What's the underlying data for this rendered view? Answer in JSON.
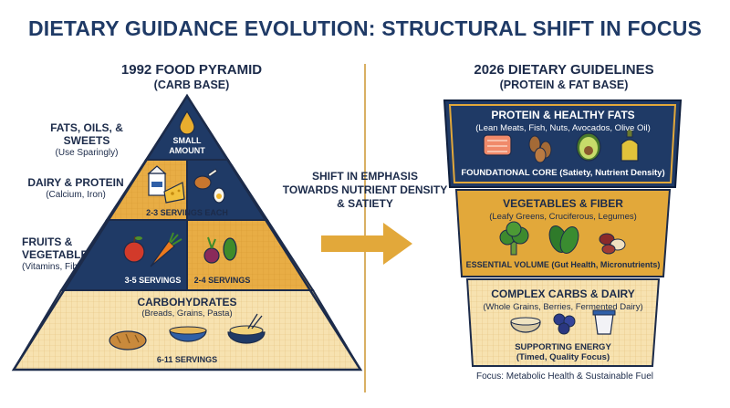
{
  "title": "DIETARY GUIDANCE EVOLUTION: STRUCTURAL SHIFT IN FOCUS",
  "left": {
    "title": "1992 FOOD PYRAMID",
    "subtitle": "(CARB BASE)",
    "labels": [
      {
        "heading": "FATS, OILS, & SWEETS",
        "sub": "(Use Sparingly)"
      },
      {
        "heading": "DAIRY & PROTEIN",
        "sub": "(Calcium, Iron)"
      },
      {
        "heading": "FRUITS & VEGETABLES",
        "sub": "(Vitamins, Fiber)"
      }
    ],
    "tiers": {
      "top_text": "SMALL AMOUNT",
      "dairy_servings": "2-3 SERVINGS EACH",
      "fruit_servings": "3-5 SERVINGS",
      "veg_servings": "2-4 SERVINGS",
      "carb_title": "CARBOHYDRATES",
      "carb_sub": "(Breads, Grains, Pasta)",
      "carb_servings": "6-11 SERVINGS"
    },
    "icons": [
      "oil-drop-icon",
      "milk-carton-icon",
      "cheese-icon",
      "chicken-leg-icon",
      "egg-icon",
      "apple-icon",
      "carrot-icon",
      "beet-icon",
      "bread-icon",
      "cereal-bowl-icon",
      "pasta-bowl-icon"
    ]
  },
  "shift_text": [
    "SHIFT IN EMPHASIS",
    "TOWARDS NUTRIENT DENSITY",
    "& SATIETY"
  ],
  "right": {
    "title": "2026 DIETARY GUIDELINES",
    "subtitle": "(PROTEIN & FAT BASE)",
    "tiers": [
      {
        "heading": "PROTEIN & HEALTHY FATS",
        "sub": "(Lean Meats, Fish, Nuts, Avocados, Olive Oil)",
        "footer": "FOUNDATIONAL CORE (Satiety, Nutrient Density)"
      },
      {
        "heading": "VEGETABLES & FIBER",
        "sub": "(Leafy Greens, Cruciferous, Legumes)",
        "footer": "ESSENTIAL VOLUME (Gut Health, Micronutrients)"
      },
      {
        "heading": "COMPLEX CARBS & DAIRY",
        "sub": "(Whole Grains, Berries, Fermented Dairy)",
        "footer": "SUPPORTING ENERGY",
        "footer2": "(Timed, Quality Focus)"
      }
    ],
    "icons": [
      "salmon-icon",
      "almonds-icon",
      "avocado-icon",
      "olive-oil-icon",
      "broccoli-icon",
      "spinach-icon",
      "beans-icon",
      "grains-bowl-icon",
      "blueberries-icon",
      "yogurt-icon"
    ],
    "focus": "Focus: Metabolic Health & Sustainable Fuel"
  },
  "colors": {
    "navy": "#1f3a66",
    "gold": "#e2a83a",
    "cream": "#f7e4b4",
    "accent": "#d9a441"
  }
}
